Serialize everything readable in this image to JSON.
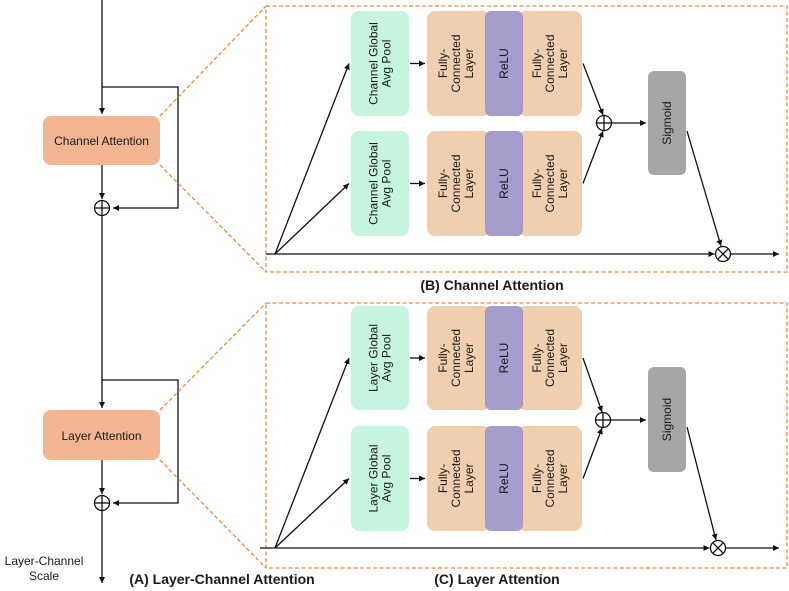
{
  "colors": {
    "attention_block": "#f3b693",
    "pool": "#c6f5df",
    "fc": "#efcfad",
    "relu": "#a59dcb",
    "sigmoid": "#a6a6a6",
    "dashed_border": "#ef8a3c",
    "line": "#111111"
  },
  "panel_a": {
    "caption": "(A) Layer-Channel Attention",
    "channel_block": "Channel Attention",
    "layer_block": "Layer Attention",
    "output_label_line1": "Layer-Channel",
    "output_label_line2": "Scale"
  },
  "panel_b": {
    "caption": "(B) Channel Attention",
    "branches": [
      {
        "pool": [
          "Channel Global",
          "Avg Pool"
        ],
        "fc1": [
          "Fully-",
          "Connected",
          "Layer"
        ],
        "relu": "ReLU",
        "fc2": [
          "Fully-",
          "Connected",
          "Layer"
        ]
      },
      {
        "pool": [
          "Channel Global",
          "Avg Pool"
        ],
        "fc1": [
          "Fully-",
          "Connected",
          "Layer"
        ],
        "relu": "ReLU",
        "fc2": [
          "Fully-",
          "Connected",
          "Layer"
        ]
      }
    ],
    "sigmoid": "Sigmoid"
  },
  "panel_c": {
    "caption": "(C) Layer Attention",
    "branches": [
      {
        "pool": [
          "Layer Global",
          "Avg Pool"
        ],
        "fc1": [
          "Fully-",
          "Connected",
          "Layer"
        ],
        "relu": "ReLU",
        "fc2": [
          "Fully-",
          "Connected",
          "Layer"
        ]
      },
      {
        "pool": [
          "Layer Global",
          "Avg Pool"
        ],
        "fc1": [
          "Fully-",
          "Connected",
          "Layer"
        ],
        "relu": "ReLU",
        "fc2": [
          "Fully-",
          "Connected",
          "Layer"
        ]
      }
    ],
    "sigmoid": "Sigmoid"
  }
}
